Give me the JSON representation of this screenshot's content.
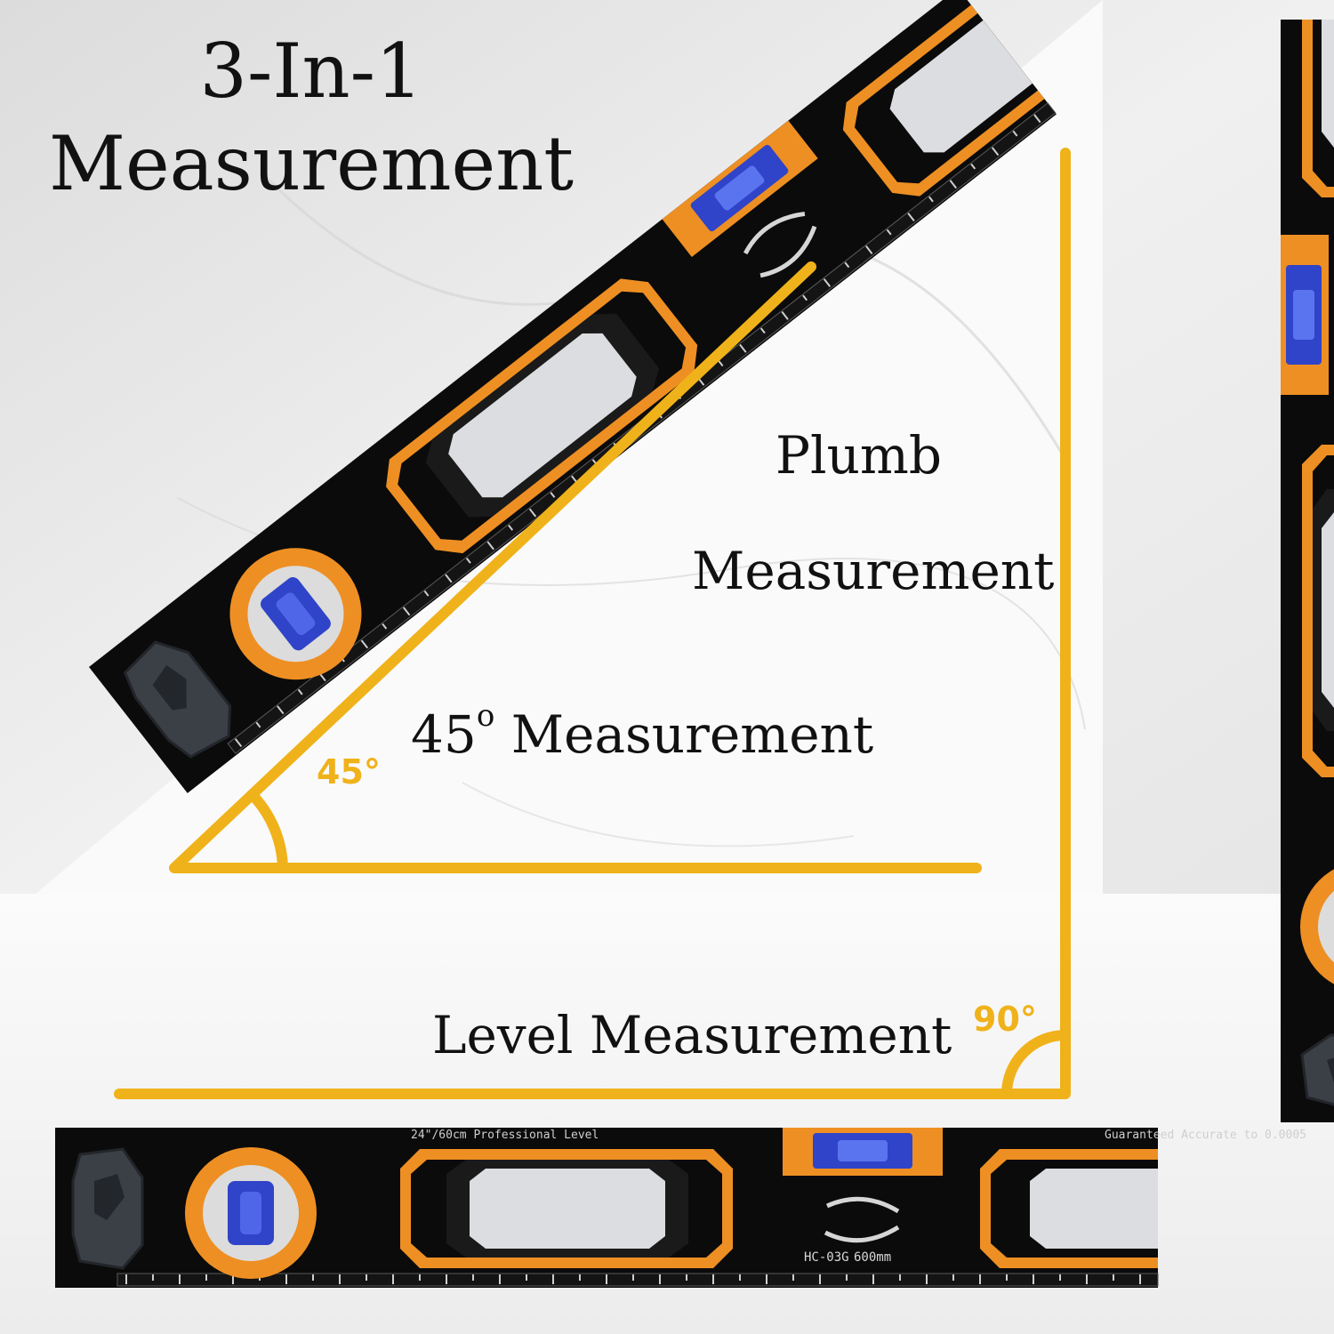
{
  "headline": {
    "line1": "3-In-1",
    "line2": "Measurement"
  },
  "labels": {
    "plumb_line1": "Plumb",
    "plumb_line2": "Measurement",
    "angle_measure_number": "45",
    "angle_measure_degree": "o",
    "angle_measure_text": " Measurement",
    "level": "Level Measurement"
  },
  "angles": {
    "acute": "45°",
    "right": "90°"
  },
  "level_tool": {
    "model_text": "HC-03G",
    "size_text": "600mm",
    "desc_text": "24\"/60cm Professional Level",
    "accuracy_text": "Guaranteed Accurate to 0.0005"
  },
  "colors": {
    "accent_yellow": "#f0b21a",
    "tool_body": "#0b0b0b",
    "tool_orange": "#ee8f23",
    "vial_blue": "#2f44c8",
    "background": "#e9e9e9"
  }
}
